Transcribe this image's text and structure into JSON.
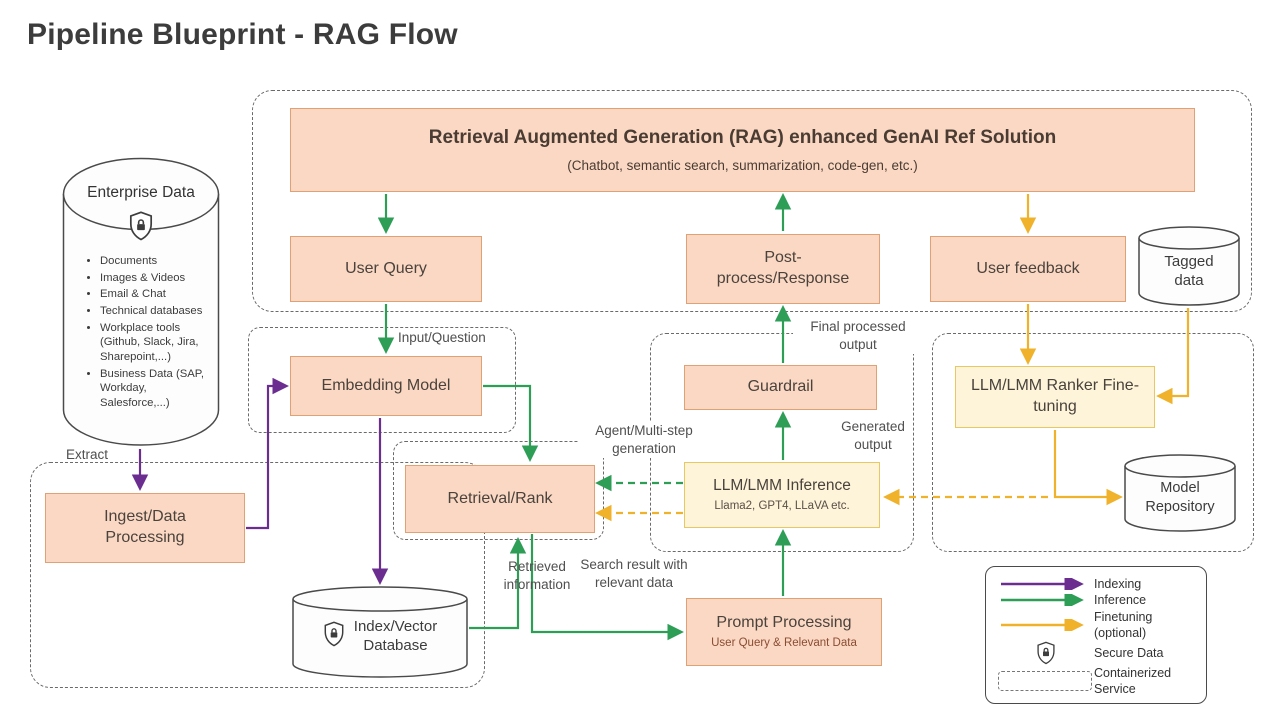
{
  "page": {
    "title": "Pipeline Blueprint - RAG Flow"
  },
  "rag": {
    "solution_title": "Retrieval Augmented Generation (RAG) enhanced GenAI Ref Solution",
    "solution_subtitle": "(Chatbot, semantic search, summarization, code-gen, etc.)",
    "user_query": "User Query",
    "post_process": "Post-\nprocess/Response",
    "user_feedback": "User feedback",
    "tagged_data": "Tagged\ndata"
  },
  "enterprise": {
    "title": "Enterprise Data",
    "items": [
      "Documents",
      "Images & Videos",
      "Email & Chat",
      "Technical databases",
      "Workplace tools (Github, Slack, Jira, Sharepoint,...)",
      "Business Data (SAP, Workday, Salesforce,...)"
    ]
  },
  "pipeline": {
    "ingest": "Ingest/Data\nProcessing",
    "index_db": "Index/Vector\nDatabase",
    "embedding": "Embedding Model",
    "retrieval": "Retrieval/Rank"
  },
  "inference": {
    "guardrail": "Guardrail",
    "llm_title": "LLM/LMM Inference",
    "llm_subtitle": "Llama2, GPT4, LLaVA etc.",
    "prompt_title": "Prompt Processing",
    "prompt_subtitle": "User Query & Relevant Data"
  },
  "finetune": {
    "ranker": "LLM/LMM Ranker Fine-\ntuning",
    "model_repo": "Model\nRepository"
  },
  "labels": {
    "extract": "Extract",
    "input_question": "Input/Question",
    "final_processed": "Final processed\noutput",
    "agent_multistep": "Agent/Multi-step\ngeneration",
    "generated_output": "Generated\noutput",
    "retrieved_information": "Retrieved\ninformation",
    "search_result": "Search result with\nrelevant data"
  },
  "legend": {
    "indexing": "Indexing",
    "inference": "Inference",
    "finetuning": "Finetuning\n(optional)",
    "secure_data": "Secure Data",
    "containerized": "Containerized\nService"
  },
  "colors": {
    "purple": "#6B2E90",
    "green": "#2E9E57",
    "yellow": "#F0B22B",
    "salmon_fill": "#FBD8C3",
    "salmon_border": "#E2A175",
    "cream_fill": "#FDF4D9",
    "cream_border": "#E9C863"
  }
}
